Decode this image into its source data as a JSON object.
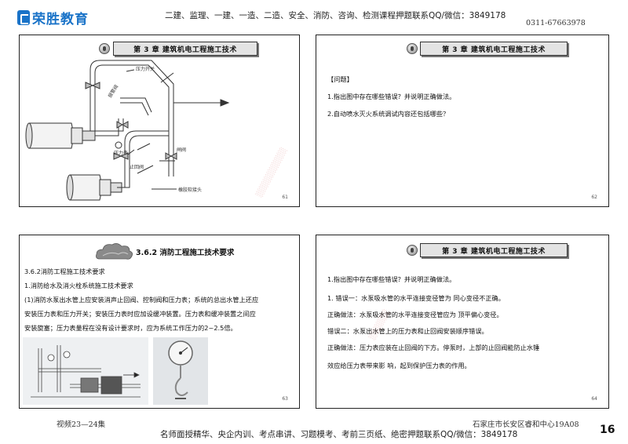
{
  "header": {
    "logo_text": "荣胜教育",
    "ads": "二建、监理、一建、一造、二造、安全、消防、咨询、检测课程押题联系QQ/微信：3849178",
    "phone": "0311-67663978"
  },
  "slides": [
    {
      "title": "第 3 章  建筑机电工程施工技术",
      "page": "61",
      "diagram_labels": {
        "pressure_switch": "压力开关",
        "alarm_valve": "报警阀",
        "pressure_gauge": "压力表",
        "gate_valve": "闸阀",
        "check_valve": "止回阀",
        "flexible_joint": "橡胶软接头"
      }
    },
    {
      "title": "第 3 章  建筑机电工程施工技术",
      "page": "62",
      "lines": [
        "【问题】",
        "1.指出图中存在哪些错误？并说明正确做法。",
        "2.自动喷水灭火系统调试内容还包括哪些？"
      ]
    },
    {
      "title": "3.6.2 消防工程施工技术要求",
      "page": "63",
      "lines": [
        "3.6.2消防工程施工技术要求",
        "1.消防给水及消火栓系统施工技术要求",
        "(1)消防水泵出水管上应安装消声止回阀、控制阀和压力表；系统的总出水管上还应",
        "安装压力表和压力开关；安装压力表时应加设缓冲装置。压力表和缓冲装置之间应",
        "安装旋塞；压力表量程在没有设计要求时，应为系统工作压力的2~2.5倍。"
      ]
    },
    {
      "title": "第 3 章  建筑机电工程施工技术",
      "page": "64",
      "lines": [
        "1.指出图中存在哪些错误？并说明正确做法。",
        "1. 错误一：水泵吸水管的水平连接变径管为 同心变径不正确。",
        "正确做法：水泵吸水管的水平连接变径管应为 顶平偏心变径。",
        "错误二：水泵出水管上的压力表和止回阀安装顺序错误。",
        "正确做法：压力表应装在止回阀的下方。停泵时，上部的止回阀能防止水锤",
        "效应给压力表带来影 响，起到保护压力表的作用。"
      ]
    }
  ],
  "footer": {
    "left": "视频23—24集",
    "right": "石家庄市长安区睿和中心19A08",
    "ads": "名师面授精华、央企内训、考点串讲、习题模考、考前三页纸、绝密押题联系QQ/微信：3849178",
    "page_number": "16"
  },
  "colors": {
    "brand": "#1a73c8",
    "title_bar": "#e3e3e3"
  }
}
